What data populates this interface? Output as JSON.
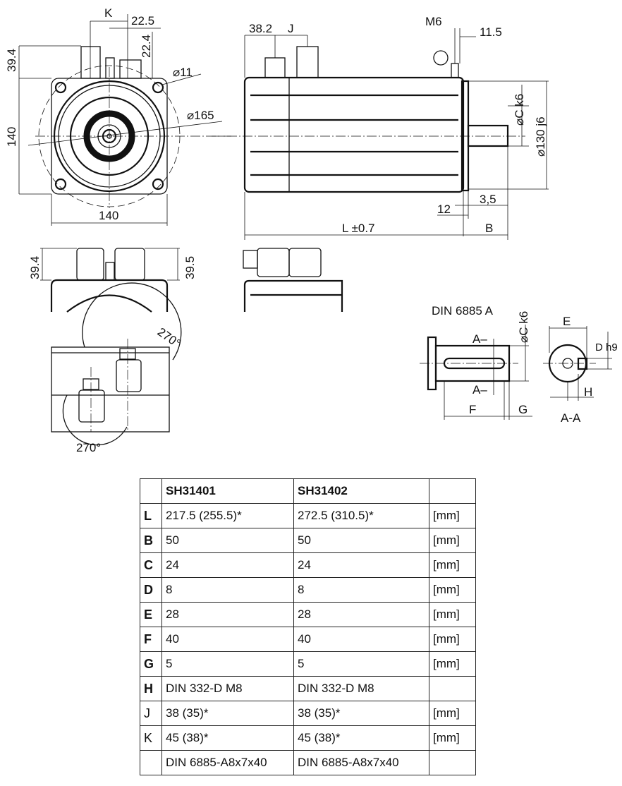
{
  "front_view": {
    "k": "K",
    "d22_5": "22.5",
    "d22_4": "22.4",
    "d39_4": "39.4",
    "height": "140",
    "width": "140",
    "hole": "⌀11",
    "bolt_circle": "⌀165"
  },
  "side_view": {
    "d38_2": "38.2",
    "j": "J",
    "m6": "M6",
    "d11_5": "11.5",
    "shaft_dia": "⌀C k6",
    "pilot_dia": "⌀130 j6",
    "d3_5": "3,5",
    "d12": "12",
    "length": "L ±0.7",
    "b": "B"
  },
  "middle_view": {
    "d39_4": "39.4",
    "d39_5": "39.5"
  },
  "rotation_view": {
    "angle_top": "270°",
    "angle_bottom": "270°"
  },
  "shaft_detail": {
    "title": "DIN 6885 A",
    "section_mark_top": "A–",
    "section_mark_bottom": "A–",
    "shaft_dia": "⌀C k6",
    "f": "F",
    "g": "G",
    "e": "E",
    "d": "D h9",
    "h": "H",
    "section": "A-A"
  },
  "table": {
    "headers": [
      "",
      "SH31401",
      "SH31402",
      ""
    ],
    "rows": [
      {
        "key": "L",
        "v1": "217.5  (255.5)*",
        "v2": "272.5  (310.5)*",
        "unit": "[mm]",
        "bold": true
      },
      {
        "key": "B",
        "v1": "50",
        "v2": "50",
        "unit": "[mm]",
        "bold": true
      },
      {
        "key": "C",
        "v1": "24",
        "v2": "24",
        "unit": "[mm]",
        "bold": true
      },
      {
        "key": "D",
        "v1": "8",
        "v2": "8",
        "unit": "[mm]",
        "bold": true
      },
      {
        "key": "E",
        "v1": "28",
        "v2": "28",
        "unit": "[mm]",
        "bold": true
      },
      {
        "key": "F",
        "v1": "40",
        "v2": "40",
        "unit": "[mm]",
        "bold": true
      },
      {
        "key": "G",
        "v1": "5",
        "v2": "5",
        "unit": "[mm]",
        "bold": true
      },
      {
        "key": "H",
        "v1": "DIN 332-D M8",
        "v2": "DIN 332-D M8",
        "unit": "",
        "bold": true
      },
      {
        "key": "J",
        "v1": "38   (35)*",
        "v2": "38   (35)*",
        "unit": "[mm]",
        "bold": false
      },
      {
        "key": "K",
        "v1": "45   (38)*",
        "v2": "45   (38)*",
        "unit": "[mm]",
        "bold": false
      },
      {
        "key": "",
        "v1": "DIN 6885-A8x7x40",
        "v2": "DIN 6885-A8x7x40",
        "unit": "",
        "bold": false
      }
    ]
  }
}
